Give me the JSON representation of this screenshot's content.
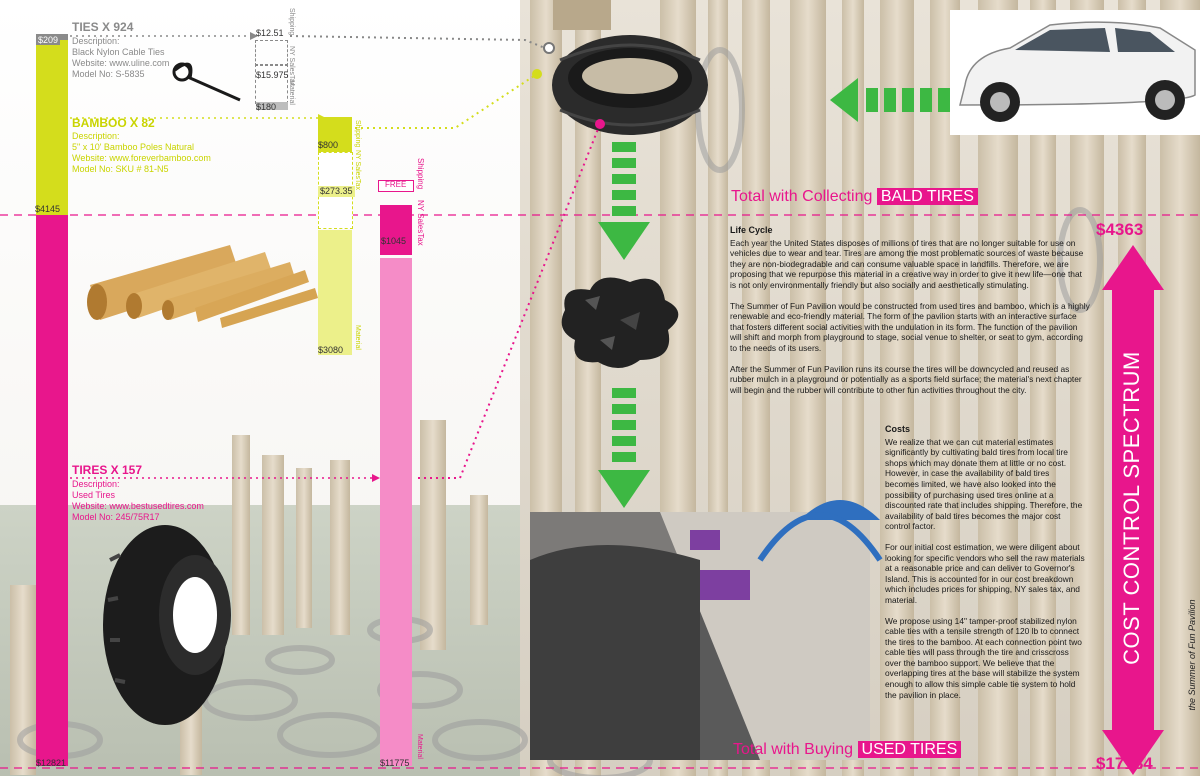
{
  "ties": {
    "title": "TIES X 924",
    "description_label": "Description:",
    "description": "Black Nylon Cable Ties",
    "website": "Website: www.uline.com",
    "model": "Model No: S-5835",
    "start_value": "$209",
    "shipping": "$12.51",
    "tax": "$15.975",
    "material": "$180",
    "shipping_label": "Shipping",
    "tax_label": "NY SalesTax",
    "material_label": "Material"
  },
  "bamboo": {
    "title": "BAMBOO X 82",
    "description_label": "Description:",
    "description": "5\" x 10' Bamboo Poles Natural",
    "website": "Website: www.foreverbamboo.com",
    "model": "Model No: SKU # 81-N5",
    "start_value": "$4145",
    "shipping": "$800",
    "tax": "$273.35",
    "material": "$3080",
    "shipping_label": "Shipping",
    "tax_label": "NY SalesTax",
    "material_label": "Material"
  },
  "tires": {
    "title": "TIRES X 157",
    "description_label": "Description:",
    "description": "Used Tires",
    "website": "Website: www.bestusedtires.com",
    "model": "Model No: 245/75R17",
    "start_value": "$12821",
    "shipping": "FREE",
    "tax": "$1045",
    "material": "$11775",
    "shipping_label": "Shipping",
    "tax_label": "NY SalesTax",
    "material_label": "Material"
  },
  "totals": {
    "collecting_prefix": "Total with Collecting",
    "collecting_highlight": "BALD TIRES",
    "buying_prefix": "Total with Buying",
    "buying_highlight": "USED TIRES",
    "low_value": "$4363",
    "high_value": "$17184"
  },
  "spectrum_title": "COST CONTROL SPECTRUM",
  "side_caption": "the Summer of Fun Pavilion",
  "life_cycle": {
    "heading": "Life Cycle",
    "p1": "Each year the United States disposes of millions of tires that are no longer suitable for use on vehicles due to wear and tear. Tires are among the most problematic sources of waste because they are non-biodegradable and can consume valuable space in landfills. Therefore, we are proposing that we repurpose this material in a creative way in order to give it new life—one that is not only environmentally friendly but also socially and aesthetically stimulating.",
    "p2": "The Summer of Fun Pavilion would be constructed from used tires and bamboo, which is a highly renewable and eco-friendly material. The form of the pavilion starts with an interactive surface that fosters different social activities with the undulation in its form. The function of the pavilion will shift and morph from playground to stage, social venue to shelter, or seat to gym, according to the needs of its users.",
    "p3": "After the Summer of Fun Pavilion runs its course the tires will be downcycled and reused as rubber mulch in a playground or potentially as a sports field surface; the material's next chapter will begin and the rubber will contribute to other fun activities throughout the city."
  },
  "costs": {
    "heading": "Costs",
    "p1": "We realize that we can cut material estimates significantly by cultivating bald tires from local tire shops which may donate them at little or no cost. However, in case the availability of bald tires becomes limited, we have also looked into the possibility of purchasing used tires online at a discounted rate that includes shipping. Therefore, the availability of bald tires becomes the major cost control factor.",
    "p2": "For our initial cost estimation, we were diligent about looking for specific vendors who sell the raw materials at a reasonable price and can deliver to Governor's Island. This is accounted for in our cost breakdown which includes prices for shipping, NY sales tax, and material.",
    "p3": "We propose using 14\" tamper-proof stabilized nylon cable ties with a tensile strength of 120 lb to connect the tires to the bamboo. At each connection point two cable ties will pass through the tire and crisscross over the bamboo support. We believe that the overlapping tires at the base will stabilize the system enough to allow this simple cable tie system to hold the pavilion in place."
  },
  "colors": {
    "magenta": "#e8168c",
    "lime": "#d4dd1c",
    "gray": "#8a8a8a",
    "green": "#3db843"
  }
}
